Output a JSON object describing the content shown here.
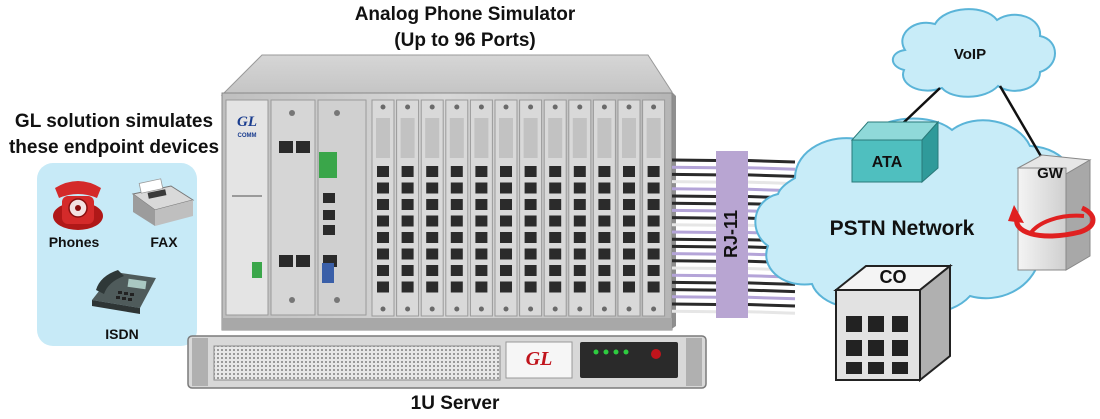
{
  "title": {
    "line1": "Analog Phone Simulator",
    "line2": "(Up to 96 Ports)"
  },
  "left_caption": {
    "line1": "GL solution simulates",
    "line2": "these endpoint devices"
  },
  "devices": {
    "phones": "Phones",
    "fax": "FAX",
    "isdn": "ISDN"
  },
  "chassis": {
    "logo_main": "GL",
    "logo_sub": "COMM"
  },
  "server": {
    "label": "1U Server",
    "logo": "GL"
  },
  "connector": {
    "label": "RJ-11"
  },
  "network": {
    "pstn": "PSTN Network",
    "voip": "VoIP",
    "ata": "ATA",
    "gw": "GW",
    "co": "CO"
  },
  "colors": {
    "cloud": "#c8ecf8",
    "cloud_border": "#5ab4d8",
    "device_panel": "#c7eaf7",
    "rj11": "#b8a5d2",
    "ata": "#4fbfbf",
    "gw_arrow": "#e02020"
  }
}
